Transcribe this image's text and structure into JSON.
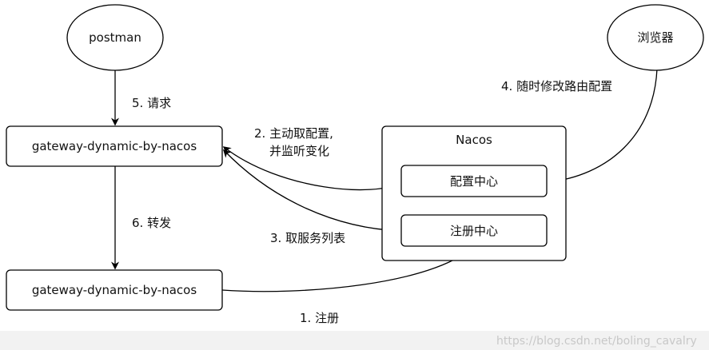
{
  "nodes": {
    "postman": "postman",
    "browser": "浏览器",
    "gateway_top": "gateway-dynamic-by-nacos",
    "gateway_bottom": "gateway-dynamic-by-nacos",
    "nacos": "Nacos",
    "config_center": "配置中心",
    "registry_center": "注册中心"
  },
  "edges": {
    "request": "5. 请求",
    "forward": "6. 转发",
    "pull_config_line1": "2. 主动取配置,",
    "pull_config_line2": "并监听变化",
    "fetch_services": "3. 取服务列表",
    "modify_routes": "4. 随时修改路由配置",
    "register": "1. 注册"
  },
  "watermark": "https://blog.csdn.net/boling_cavalry"
}
